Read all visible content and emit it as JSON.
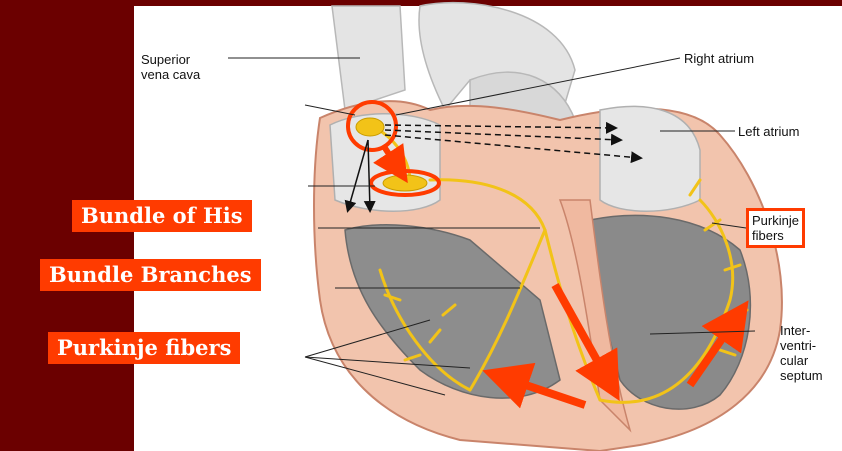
{
  "labels": {
    "superior_vena_cava": [
      "Superior",
      "vena cava"
    ],
    "right_atrium": "Right atrium",
    "left_atrium": "Left atrium",
    "purkinje_fibers_small": [
      "Purkinje",
      "fibers"
    ],
    "interventricular_septum": [
      "Inter-",
      "ventri-",
      "cular",
      "septum"
    ]
  },
  "callouts": {
    "bundle_of_his": "Bundle of His",
    "bundle_branches": "Bundle Branches",
    "purkinje_fibers": "Purkinje fibers"
  },
  "colors": {
    "sidebar": "#6b0000",
    "callout": "#ff3b00",
    "conduction": "#f2c318",
    "myocardium": "#f2c4ad",
    "vessel": "#dcdcdc"
  }
}
